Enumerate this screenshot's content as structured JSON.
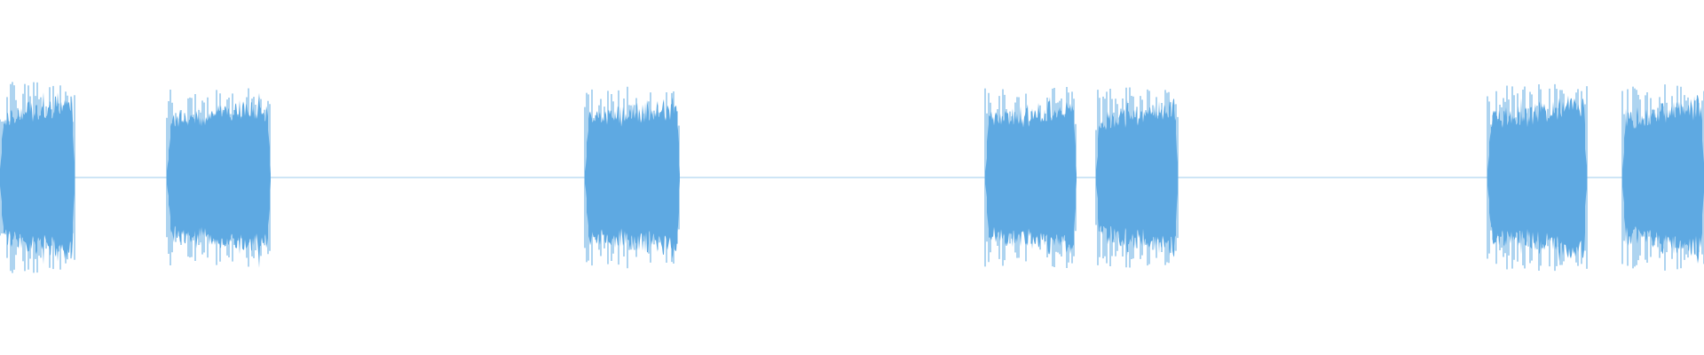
{
  "waveform": {
    "color": "#5ea9e2",
    "background": "#ffffff",
    "segments": [
      {
        "start": 0.0,
        "end": 0.044,
        "amp": 0.95
      },
      {
        "start": 0.098,
        "end": 0.159,
        "amp": 0.9
      },
      {
        "start": 0.343,
        "end": 0.399,
        "amp": 0.92
      },
      {
        "start": 0.578,
        "end": 0.632,
        "amp": 0.9
      },
      {
        "start": 0.643,
        "end": 0.691,
        "amp": 0.9
      },
      {
        "start": 0.873,
        "end": 0.931,
        "amp": 0.93
      },
      {
        "start": 0.952,
        "end": 1.0,
        "amp": 0.93
      }
    ],
    "silence_amp": 0.004
  }
}
